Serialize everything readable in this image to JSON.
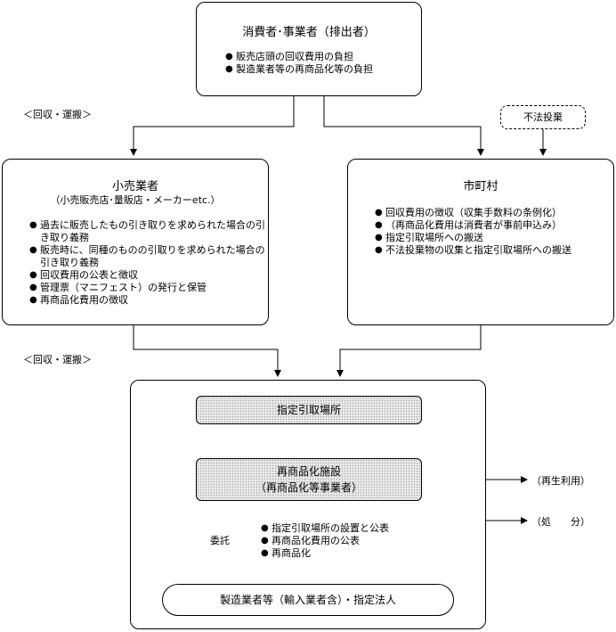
{
  "consumer": {
    "title": "消費者･事業者（排出者）",
    "items": [
      "販売店頭の回収費用の負担",
      "製造業者等の再商品化等の負担"
    ]
  },
  "flow_label_top": "＜回収・運搬＞",
  "flow_label_bottom": "＜回収・運搬＞",
  "illegal_dumping": "不法投棄",
  "retailer": {
    "title": "小売業者",
    "subtitle": "（小売販売店･量販店・メーカーetc.）",
    "items": [
      "過去に販売したもの引き取りを求められた場合の引き取り義務",
      "販売時に、同種のものの引取りを求められた場合の引き取り義務",
      "回収費用の公表と徴収",
      "管理票（マニフェスト）の発行と保管",
      "再商品化費用の徴収"
    ]
  },
  "municipality": {
    "title": "市町村",
    "items": [
      "回収費用の徴収（収集手数料の条例化）",
      "（再商品化費用は消費者が事前申込み）",
      "指定引取場所への搬送",
      "不法投棄物の収集と指定引取場所への搬送"
    ]
  },
  "designated_site": "指定引取場所",
  "recycling_facility": {
    "title": "再商品化施設",
    "subtitle": "（再商品化等事業者）"
  },
  "outputs": [
    "（再生利用）",
    "（処　　分）"
  ],
  "consignment": "委託",
  "manufacturer_items": [
    "指定引取場所の設置と公表",
    "再商品化費用の公表",
    "再商品化"
  ],
  "manufacturer": "製造業者等（輸入業者含）・指定法人"
}
